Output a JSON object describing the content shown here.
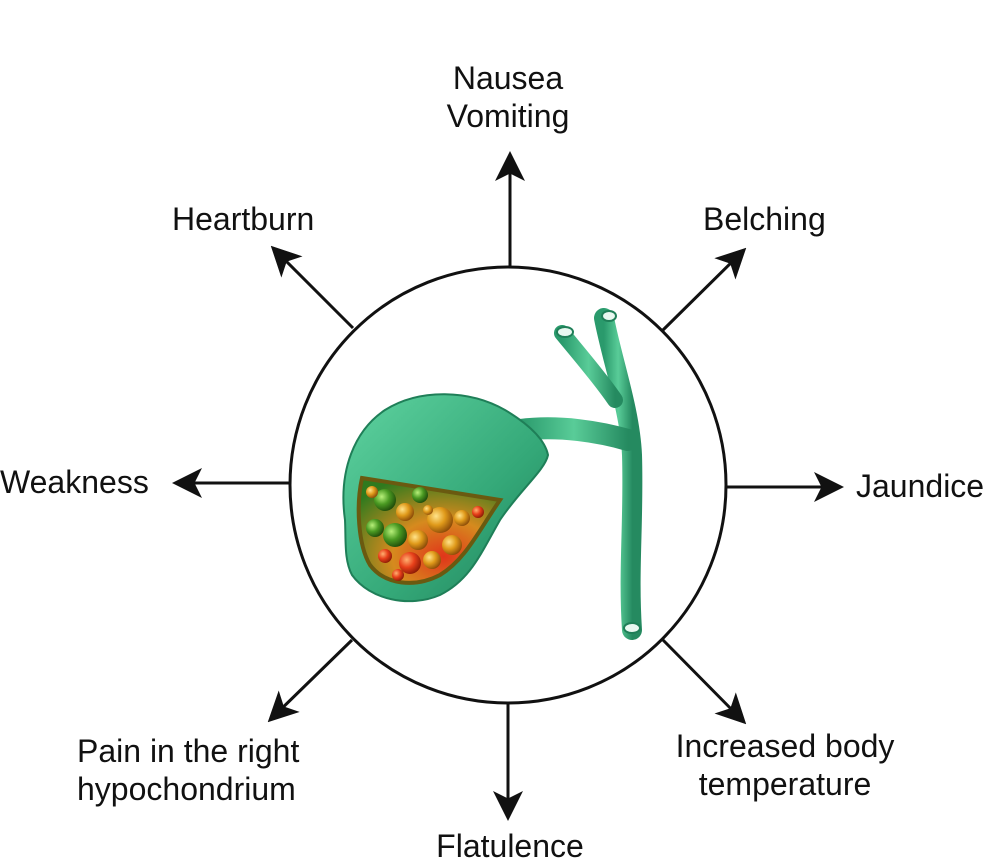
{
  "symptoms": {
    "top": [
      "Nausea",
      "Vomiting"
    ],
    "top_right": "Belching",
    "right": "Jaundice",
    "bottom_right": [
      "Increased body",
      "temperature"
    ],
    "bottom": "Flatulence",
    "bottom_left": [
      "Pain in the right",
      "hypochondrium"
    ],
    "left": "Weakness",
    "top_left": "Heartburn"
  },
  "colors": {
    "line": "#111111",
    "organ": "#3fb585",
    "organ_dark": "#1f8a60",
    "stones_warm": "#e0a020",
    "stones_red": "#e23a10",
    "stones_green": "#3a8a20"
  }
}
